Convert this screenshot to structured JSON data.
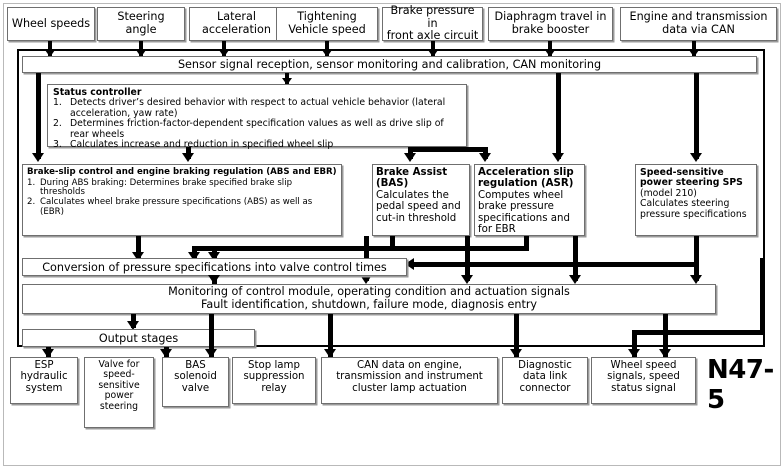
{
  "diagram": {
    "code": "N47-5",
    "accent": "#000000",
    "frame_color": "#b9b9b9"
  },
  "inputs": [
    {
      "label": "Wheel speeds"
    },
    {
      "label": "Steering angle"
    },
    {
      "label": "Lateral\nacceleration"
    },
    {
      "label": "Tightening\nVehicle speed"
    },
    {
      "label": "Brake pressure in\nfront axle circuit"
    },
    {
      "label": "Diaphragm travel in\nbrake booster"
    },
    {
      "label": "Engine and transmission\ndata via CAN"
    }
  ],
  "sensor_bar": {
    "label": "Sensor signal reception, sensor monitoring and calibration, CAN monitoring"
  },
  "status_controller": {
    "title": "Status controller",
    "items": [
      {
        "num": "1.",
        "text": "Detects driver’s desired behavior with respect to actual vehicle behavior (lateral acceleration, yaw rate)"
      },
      {
        "num": "2.",
        "text": "Determines friction-factor-dependent specification values as well as drive slip of rear wheels"
      },
      {
        "num": "3.",
        "text": "Calculates increase and reduction in specified wheel slip"
      }
    ]
  },
  "functions": {
    "abs_ebr": {
      "title": "Brake-slip control and engine braking regulation (ABS and EBR)",
      "items": [
        {
          "num": "1.",
          "text": "During ABS braking: Determines brake specified brake slip thresholds"
        },
        {
          "num": "2.",
          "text": "Calculates wheel brake pressure specifications (ABS) as well as (EBR)"
        }
      ]
    },
    "bas": {
      "title": "Brake Assist (BAS)",
      "body": "Calculates the pedal speed and cut-in threshold"
    },
    "asr": {
      "title": "Acceleration slip regulation (ASR)",
      "body": "Computes wheel brake pressure specifications and for EBR"
    },
    "sps": {
      "title": "Speed-sensitive power steering SPS",
      "title_note": "(model 210)",
      "body": "Calculates steering pressure specifications"
    }
  },
  "conversion": {
    "label": "Conversion of pressure specifications into valve control times"
  },
  "monitoring": {
    "line1": "Monitoring of control module, operating condition and actuation signals",
    "line2": "Fault identification, shutdown, failure mode, diagnosis entry"
  },
  "output_stages": {
    "label": "Output stages"
  },
  "outputs": [
    {
      "label": "ESP\nhydraulic\nsystem"
    },
    {
      "label": "Valve for\nspeed-\nsensitive\npower\nsteering"
    },
    {
      "label": "BAS\nsolenoid\nvalve"
    },
    {
      "label": "Stop lamp\nsuppression\nrelay"
    },
    {
      "label": "CAN data on engine,\ntransmission and instrument\ncluster lamp actuation"
    },
    {
      "label": "Diagnostic\ndata link\nconnector"
    },
    {
      "label": "Wheel speed\nsignals, speed\nstatus signal"
    }
  ]
}
